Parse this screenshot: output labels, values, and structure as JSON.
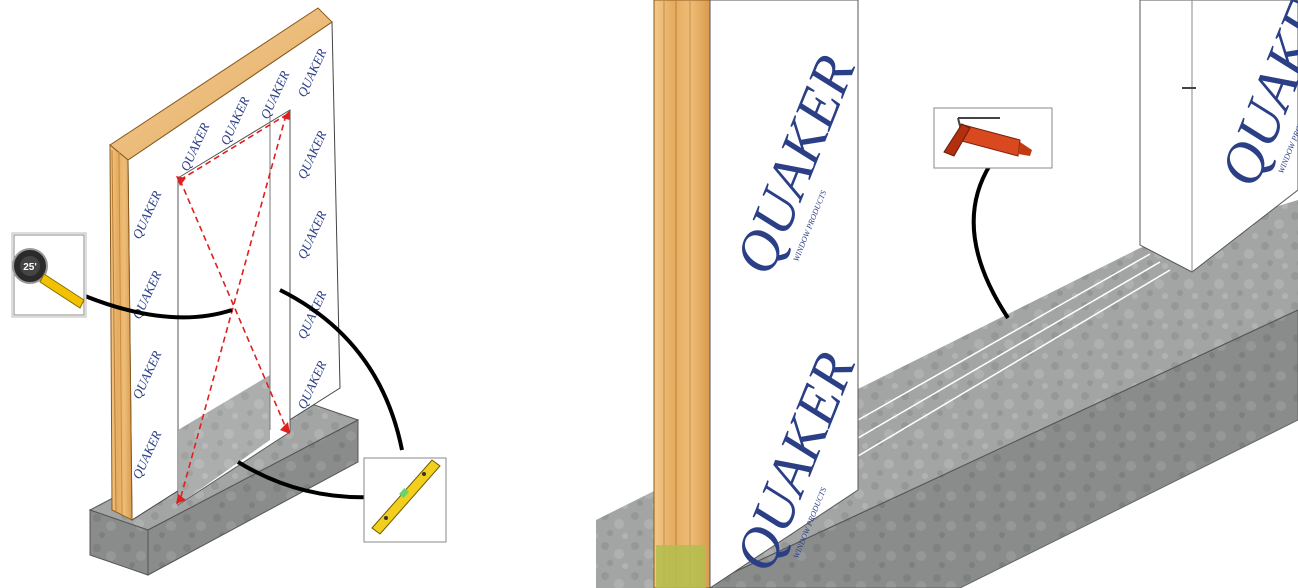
{
  "brand": {
    "name": "QUAKER",
    "tagline": "WINDOW PRODUCTS",
    "color": "#2b3f86"
  },
  "tools": {
    "tape_measure": {
      "icon": "tape-measure-icon",
      "reading": "25'"
    },
    "level": {
      "icon": "level-icon"
    },
    "caulk_gun": {
      "icon": "caulk-gun-icon"
    }
  },
  "colors": {
    "stud_wood": "#e8b36a",
    "concrete": "#9ea0a0",
    "diagonal_lines": "#e0201e",
    "leader_lines": "#000000",
    "sealant_lines": "#ffffff"
  }
}
